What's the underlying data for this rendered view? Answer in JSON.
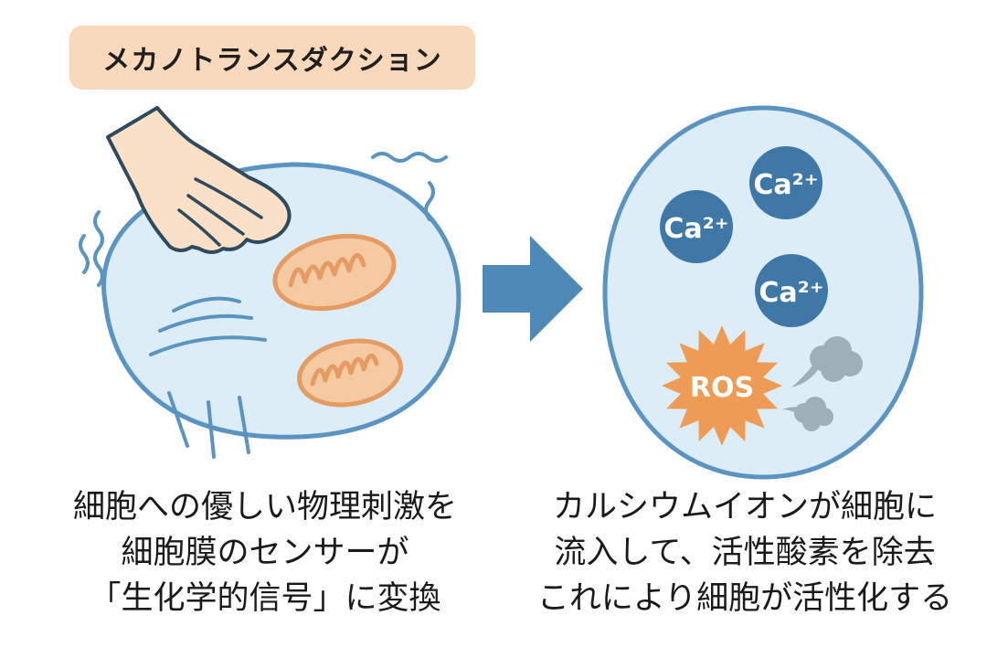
{
  "title": "メカノトランスダクション",
  "icons": {
    "hand": "hand-icon",
    "cell": "cell-icon",
    "mitochondria": "mitochondria-icon",
    "arrow": "arrow-right-icon",
    "ros_burst": "burst-icon",
    "smoke": "smoke-icon"
  },
  "right_panel": {
    "calcium_labels": [
      "Ca²⁺",
      "Ca²⁺",
      "Ca²⁺"
    ],
    "ros_label": "ROS"
  },
  "captions": {
    "left": [
      "細胞への優しい物理刺激を",
      "細胞膜のセンサーが",
      "「生化学的信号」に変換"
    ],
    "right": [
      "カルシウムイオンが細胞に",
      "流入して、活性酸素を除去",
      "これにより細胞が活性化する"
    ]
  },
  "colors": {
    "badge": "#f9d9bb",
    "cell_fill": "#dcedf8",
    "cell_stroke": "#5b93c1",
    "mito_fill": "#f5c9a2",
    "mito_stroke": "#e59c63",
    "arrow": "#4f89b8",
    "ion": "#3f77a7",
    "ros": "#ee9c55",
    "smoke": "#9eafb8",
    "hand_fill": "#fbe0c8",
    "hand_stroke": "#2f4a5c"
  }
}
